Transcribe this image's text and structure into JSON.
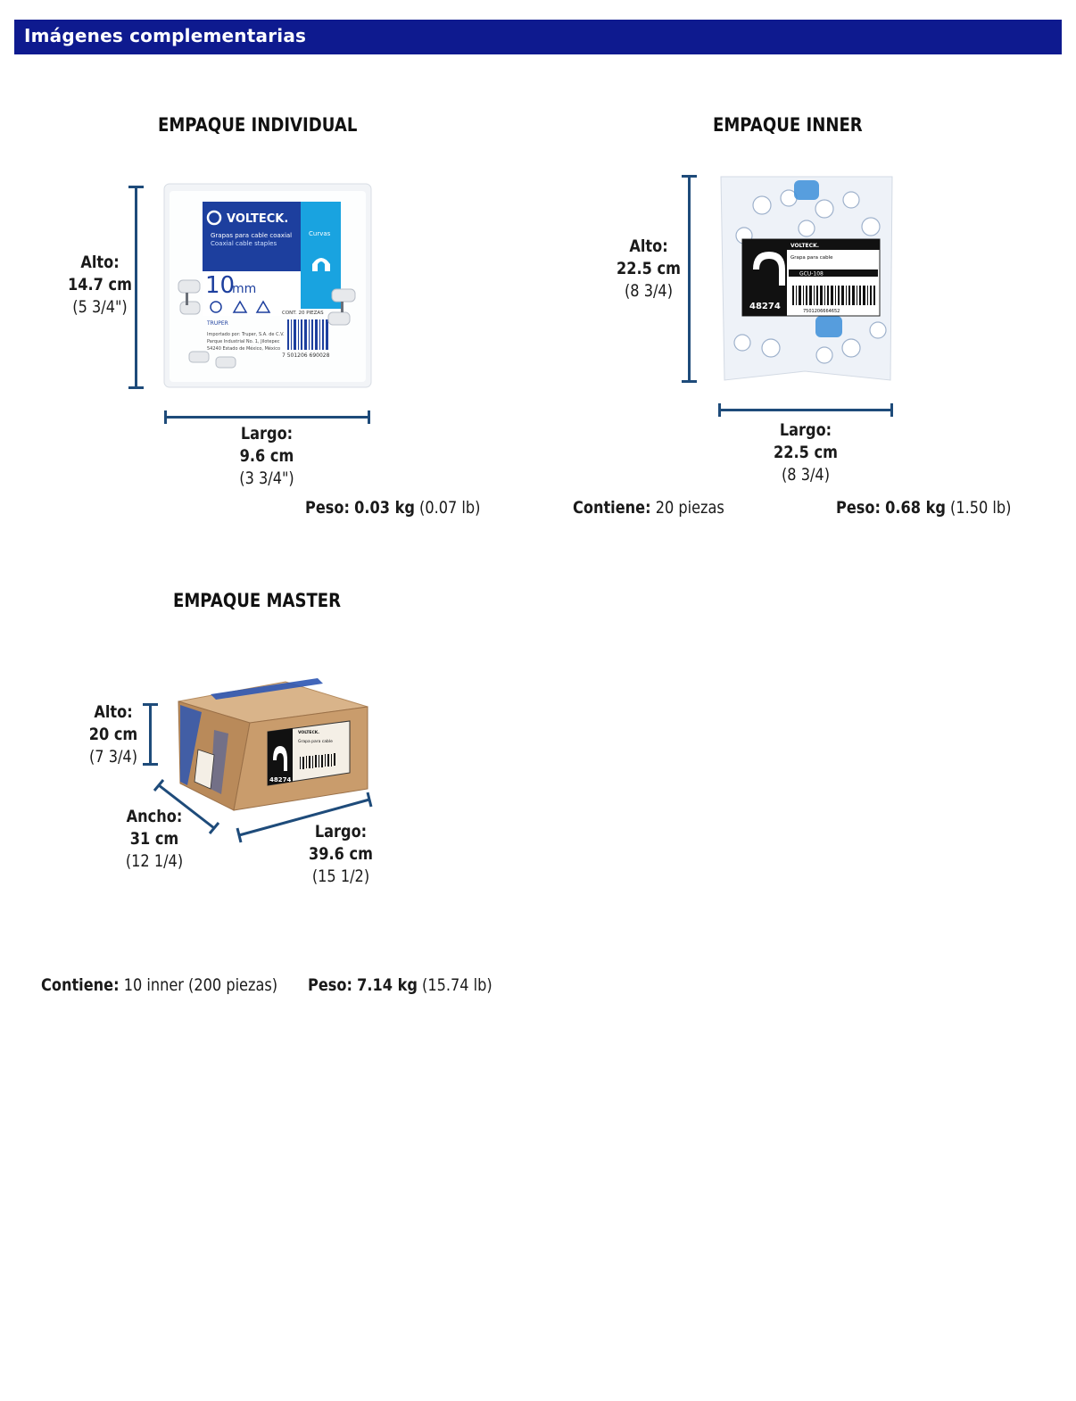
{
  "header": {
    "title": "Imágenes complementarias"
  },
  "individual": {
    "title": "EMPAQUE INDIVIDUAL",
    "alto": {
      "label": "Alto:",
      "value": "14.7 cm",
      "sub": "(5 3/4\")"
    },
    "largo": {
      "label": "Largo:",
      "value": "9.6 cm",
      "sub": "(3 3/4\")"
    },
    "peso": {
      "label": "Peso:",
      "value": "0.03 kg",
      "sub": "(0.07 lb)"
    },
    "package": {
      "brand": "VOLTECK.",
      "line1": "Grapas para cable coaxial",
      "line2": "Coaxial cable staples",
      "size": "10",
      "unit": "mm",
      "side": "Curvas",
      "barcode": "7 501206 690028",
      "cont": "CONT. 20 PIEZAS",
      "maker": "TRUPER"
    }
  },
  "inner": {
    "title": "EMPAQUE INNER",
    "alto": {
      "label": "Alto:",
      "value": "22.5 cm",
      "sub": "(8 3/4)"
    },
    "largo": {
      "label": "Largo:",
      "value": "22.5 cm",
      "sub": "(8 3/4)"
    },
    "contiene": {
      "label": "Contiene:",
      "value": "20 piezas"
    },
    "peso": {
      "label": "Peso:",
      "value": "0.68 kg",
      "sub": "(1.50 lb)"
    },
    "label": {
      "brand": "VOLTECK.",
      "product": "Grapa para cable",
      "code": "GCU-108",
      "number": "48274",
      "barcode": "7501206664652"
    }
  },
  "master": {
    "title": "EMPAQUE MASTER",
    "alto": {
      "label": "Alto:",
      "value": "20 cm",
      "sub": "(7 3/4)"
    },
    "ancho": {
      "label": "Ancho:",
      "value": "31 cm",
      "sub": "(12 1/4)"
    },
    "largo": {
      "label": "Largo:",
      "value": "39.6 cm",
      "sub": "(15 1/2)"
    },
    "contiene": {
      "label": "Contiene:",
      "value": "10 inner (200 piezas)"
    },
    "peso": {
      "label": "Peso:",
      "value": "7.14 kg",
      "sub": "(15.74 lb)"
    },
    "label": {
      "brand": "VOLTECK.",
      "product": "Grapa para cable",
      "number": "48274"
    }
  },
  "colors": {
    "header": "#0e1a8f",
    "dimension_line": "#1e4b7a",
    "package_blue": "#1d3f9e",
    "accent_cyan": "#19a3e0"
  }
}
